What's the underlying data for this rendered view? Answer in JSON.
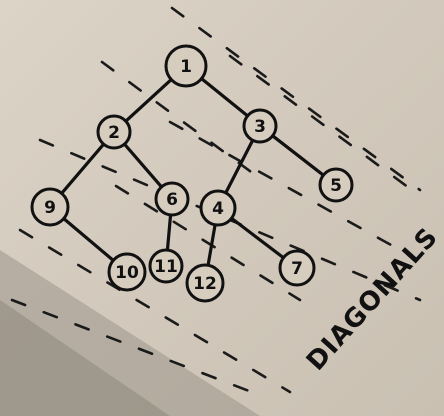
{
  "diagram": {
    "caption": "DIAGONALS",
    "nodes": [
      {
        "id": "1",
        "label": "1"
      },
      {
        "id": "2",
        "label": "2"
      },
      {
        "id": "3",
        "label": "3"
      },
      {
        "id": "9",
        "label": "9"
      },
      {
        "id": "6",
        "label": "6"
      },
      {
        "id": "4",
        "label": "4"
      },
      {
        "id": "5",
        "label": "5"
      },
      {
        "id": "10",
        "label": "10"
      },
      {
        "id": "11",
        "label": "11"
      },
      {
        "id": "12",
        "label": "12"
      },
      {
        "id": "7",
        "label": "7"
      }
    ],
    "edges": [
      [
        "1",
        "2"
      ],
      [
        "1",
        "3"
      ],
      [
        "2",
        "9"
      ],
      [
        "2",
        "6"
      ],
      [
        "3",
        "4"
      ],
      [
        "3",
        "5"
      ],
      [
        "9",
        "10"
      ],
      [
        "6",
        "11"
      ],
      [
        "4",
        "12"
      ],
      [
        "4",
        "7"
      ]
    ]
  }
}
